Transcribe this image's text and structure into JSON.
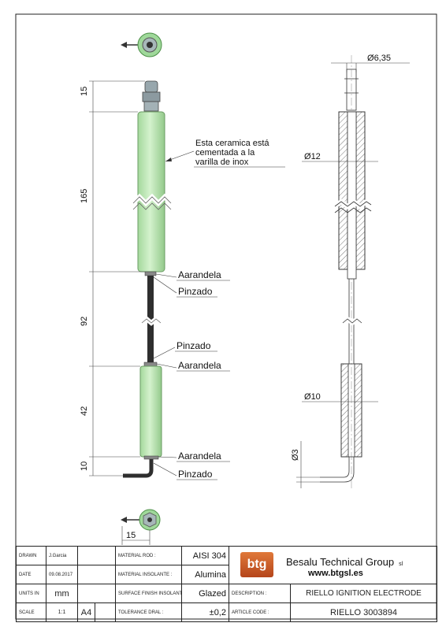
{
  "dimensions": {
    "d15_top": "15",
    "d165": "165",
    "d92": "92",
    "d42": "42",
    "d10": "10",
    "d15_bottom": "15",
    "phi_6_35": "6,35",
    "phi_12": "12",
    "phi_10": "10",
    "phi_3": "3"
  },
  "notes": {
    "ceramic_line1": "Esta ceramica está",
    "ceramic_line2": "cementada a la",
    "ceramic_line3": "varilla de inox",
    "aarandela": "Aarandela",
    "pinzado": "Pinzado"
  },
  "title_block": {
    "drawn_label": "DRAWN",
    "drawn_value": "J.Garcia",
    "date_label": "DATE",
    "date_value": "09.08.2017",
    "units_label": "UNITS IN",
    "units_value": "mm",
    "scale_label": "SCALE",
    "scale_value": "1:1",
    "sheet_size": "A4",
    "material_rod_label": "MATERIAL ROD :",
    "material_rod_value": "AISI 304",
    "material_insulator_label": "MATERIAL INSOLANTE :",
    "material_insulator_value": "Alumina",
    "surface_finish_label": "SURFACE FINISH INSOLANTE :",
    "surface_finish_value": "Glazed",
    "tolerance_label": "TOLERANCE DRAL :",
    "tolerance_value": "±0,2",
    "company": "Besalu Technical Group",
    "company_suffix": "sl",
    "website": "www.btgsl.es",
    "logo_text": "btg",
    "description_label": "DESCRIPTION :",
    "description_value": "RIELLO IGNITION ELECTRODE",
    "article_label": "ARTICLE CODE :",
    "article_value": "RIELLO 3003894"
  },
  "colors": {
    "ceramic": "#b9e4b1",
    "ceramic_edge": "#6a9c63",
    "rod": "#333333",
    "hatch": "#555555",
    "logo": "#c85a26"
  }
}
